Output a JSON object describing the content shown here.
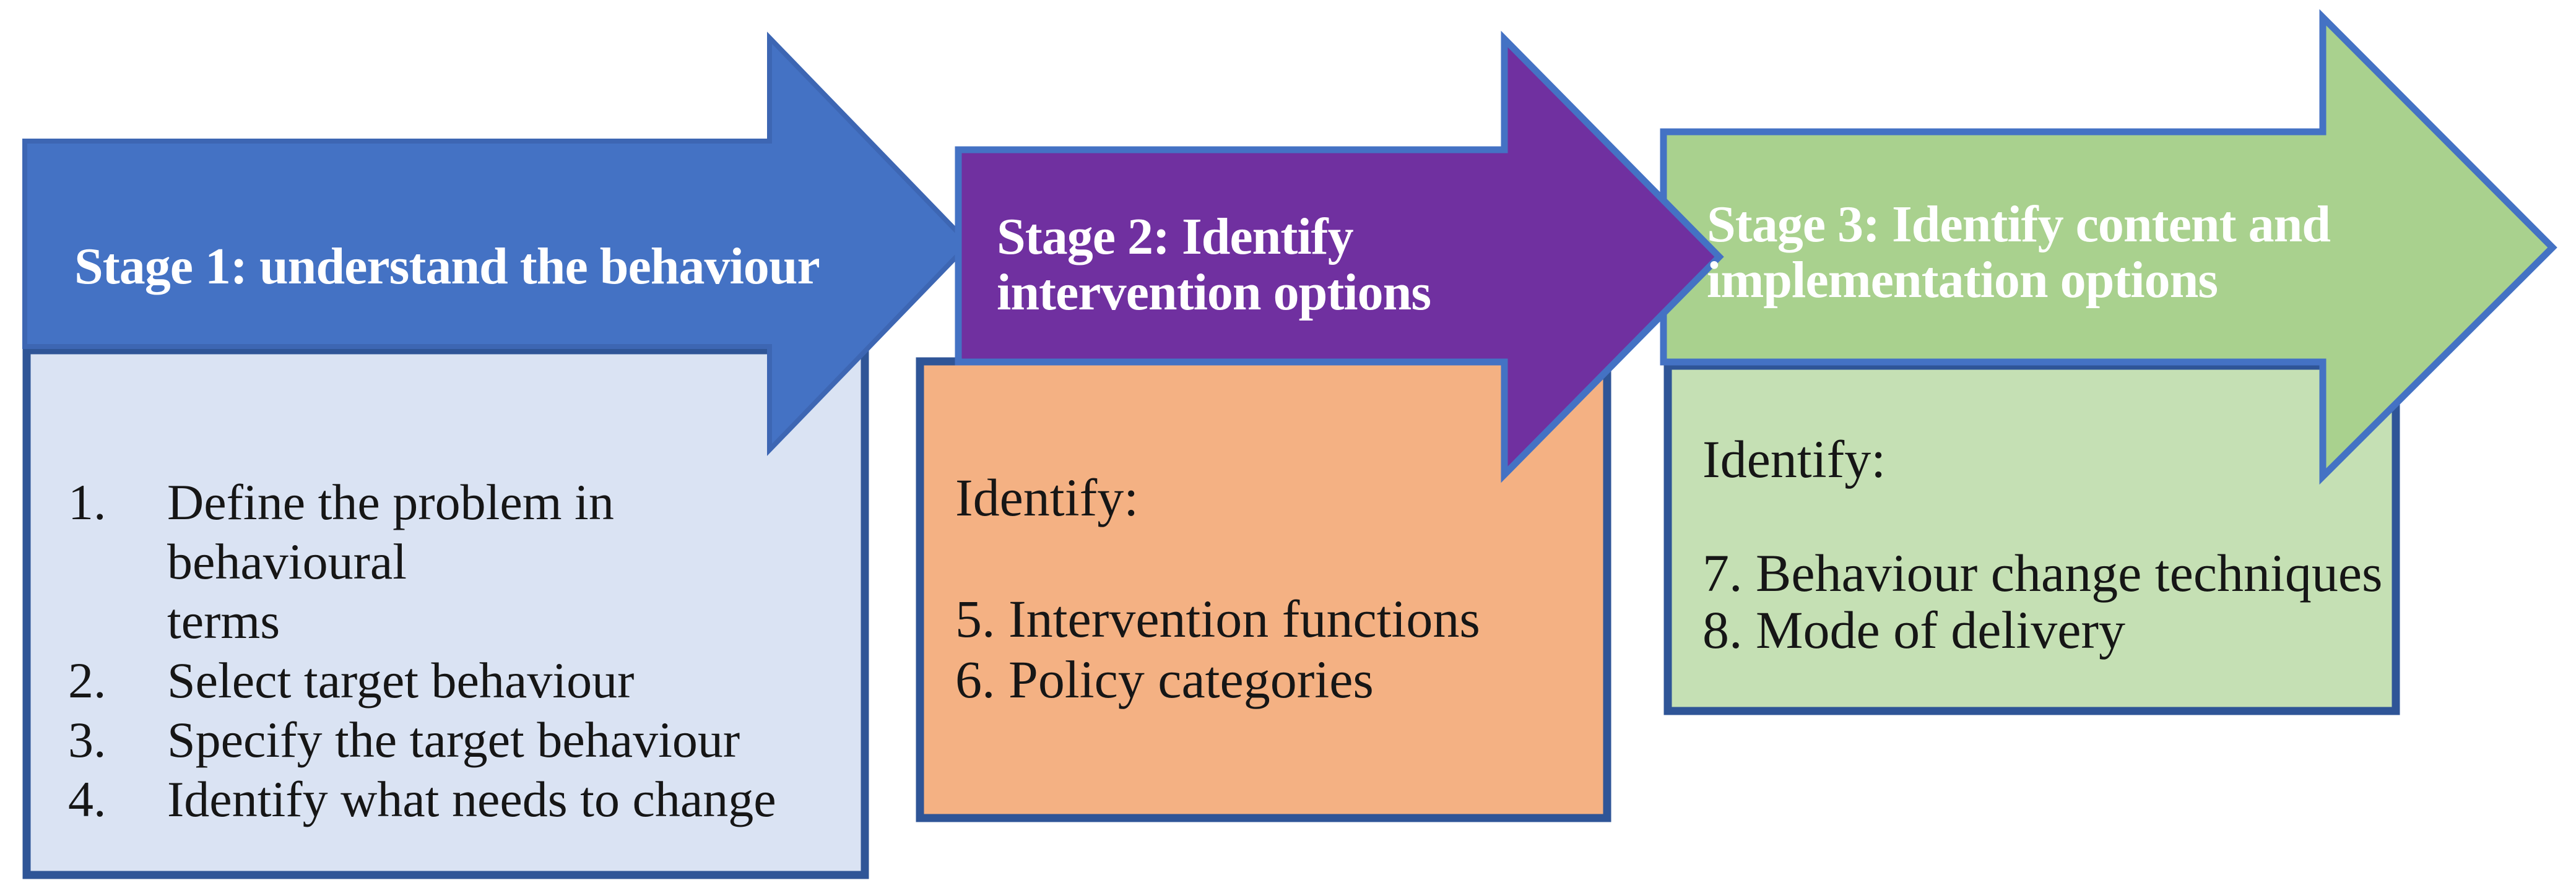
{
  "diagram": {
    "description": "Three-stage behaviour change intervention design process",
    "colors": {
      "background": "#ffffff",
      "arrow_border_blue": "#4472c4",
      "box_border_navy": "#2f5597",
      "title_text": "#ffffff",
      "body_text": "#161616"
    },
    "stages": [
      {
        "title": "Stage 1: understand the behaviour",
        "arrow_fill": "#4472c4",
        "arrow_stroke": "#3d66b3",
        "box_fill": "#dae3f3",
        "box_stroke": "#2f5597",
        "items": [
          {
            "num": "1.",
            "text": "Define the problem in behavioural\nterms"
          },
          {
            "num": "2.",
            "text": "Select target behaviour"
          },
          {
            "num": "3.",
            "text": "Specify the target behaviour"
          },
          {
            "num": "4.",
            "text": "Identify what needs to change"
          }
        ]
      },
      {
        "title": "Stage 2: Identify\nintervention options",
        "arrow_fill": "#7030a0",
        "arrow_stroke": "#4472c4",
        "box_fill": "#f4b183",
        "box_stroke": "#2f5597",
        "heading": "Identify:",
        "items": [
          "5. Intervention functions",
          "6. Policy categories"
        ]
      },
      {
        "title": "Stage 3: Identify content and\nimplementation options",
        "arrow_fill": "#a9d18e",
        "arrow_stroke": "#4472c4",
        "box_fill": "#c5e0b4",
        "box_stroke": "#2f5597",
        "heading": "Identify:",
        "items": [
          "7. Behaviour change techniques",
          "8. Mode of delivery"
        ]
      }
    ]
  }
}
